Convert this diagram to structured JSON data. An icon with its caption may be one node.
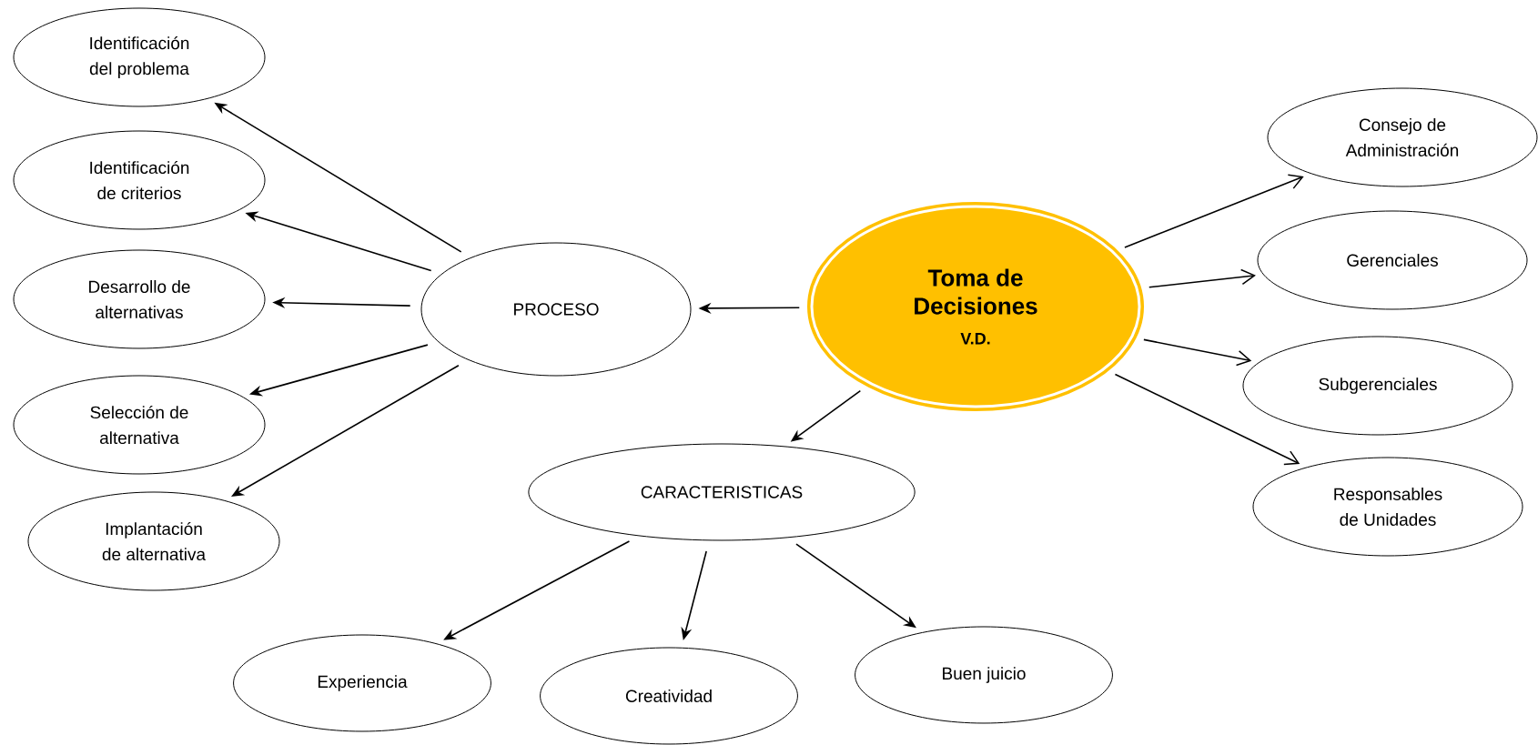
{
  "diagram": {
    "nodes": [
      {
        "text": [
          "Toma de Decisiones",
          "V.D."
        ]
      },
      {
        "text": [
          "PROCESO"
        ]
      },
      {
        "text": [
          "Identificación del problema"
        ]
      },
      {
        "text": [
          "Identificación de criterios"
        ]
      },
      {
        "text": [
          "Desarrollo de alternativas"
        ]
      },
      {
        "text": [
          "Selección de alternativa"
        ]
      },
      {
        "text": [
          "Implantación de alternativa"
        ]
      },
      {
        "text": [
          "CARACTERISTICAS"
        ]
      },
      {
        "text": [
          "Experiencia"
        ]
      },
      {
        "text": [
          "Creatividad"
        ]
      },
      {
        "text": [
          "Buen juicio"
        ]
      },
      {
        "text": [
          "Consejo de Administración"
        ]
      },
      {
        "text": [
          "Gerenciales"
        ]
      },
      {
        "text": [
          "Subgerenciales"
        ]
      },
      {
        "text": [
          "Responsables de Unidades"
        ]
      }
    ],
    "edges": [
      {
        "from": 0,
        "to": 1,
        "arrow": "to"
      },
      {
        "from": 1,
        "to": 2,
        "arrow": "to"
      },
      {
        "from": 1,
        "to": 3,
        "arrow": "to"
      },
      {
        "from": 1,
        "to": 4,
        "arrow": "to"
      },
      {
        "from": 1,
        "to": 5,
        "arrow": "to"
      },
      {
        "from": 1,
        "to": 6,
        "arrow": "to"
      },
      {
        "from": 0,
        "to": 7,
        "arrow": "to"
      },
      {
        "from": 7,
        "to": 8,
        "arrow": "to"
      },
      {
        "from": 7,
        "to": 9,
        "arrow": "to"
      },
      {
        "from": 7,
        "to": 10,
        "arrow": "to"
      },
      {
        "from": 0,
        "to": 11,
        "arrow": "to"
      },
      {
        "from": 0,
        "to": 12,
        "arrow": "to"
      },
      {
        "from": 0,
        "to": 13,
        "arrow": "to"
      },
      {
        "from": 0,
        "to": 14,
        "arrow": "to"
      }
    ]
  }
}
